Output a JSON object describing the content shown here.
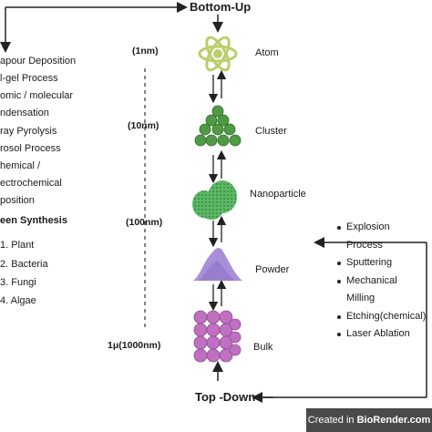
{
  "top_label": "Bottom-Up",
  "bottom_label": "Top -Down",
  "scales": [
    "(1nm)",
    "(10nm)",
    "(100nm)",
    "1μ(1000nm)"
  ],
  "stages": [
    "Atom",
    "Cluster",
    "Nanoparticle",
    "Powder",
    "Bulk"
  ],
  "bottom_up_methods": [
    "apour Deposition",
    "l-gel Process",
    "omic / molecular",
    "ndensation",
    "ray Pyrolysis",
    "rosol Process",
    "hemical /",
    "ectrochemical",
    "position",
    "een Synthesis"
  ],
  "green_synthesis_sources": [
    "1.  Plant",
    "2.  Bacteria",
    "3.  Fungi",
    "4.  Algae"
  ],
  "top_down_methods": [
    "Explosion",
    "Process",
    "Sputtering",
    "Mechanical",
    "Milling",
    "Etching(chemical)",
    "Laser Ablation"
  ],
  "watermark": {
    "prefix": "Created in ",
    "brand": "BioRender.com"
  },
  "colors": {
    "atom": "#b8cf6a",
    "cluster": "#4f9a45",
    "nanoparticle": "#5cb865",
    "powder": "#a98fd9",
    "bulk": "#c070c0"
  }
}
